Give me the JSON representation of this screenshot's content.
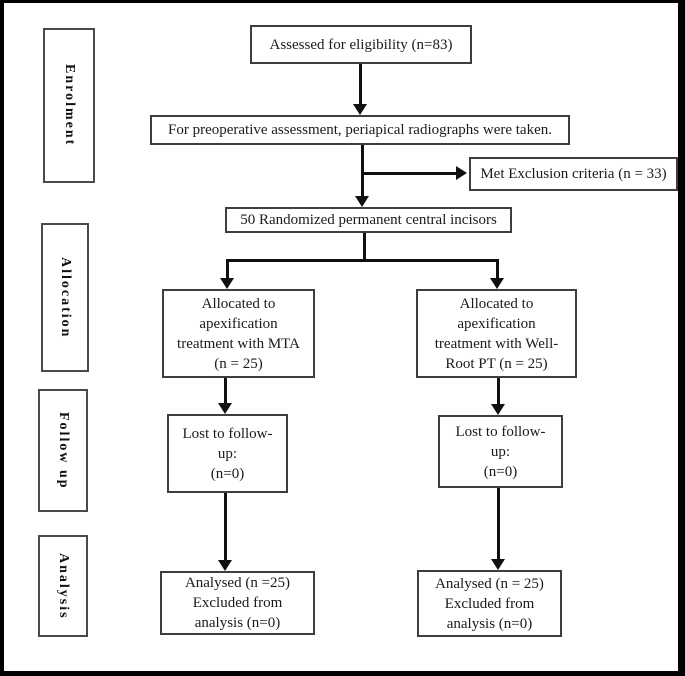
{
  "colors": {
    "frame": "#000000",
    "background": "#ffffff",
    "line": "#101010",
    "box_border": "#3e3e3e",
    "text": "#1b1b1b"
  },
  "sidebar": {
    "items": [
      {
        "label": "Enrolment"
      },
      {
        "label": "Allocation"
      },
      {
        "label": "Follow up"
      },
      {
        "label": "Analysis"
      }
    ]
  },
  "boxes": {
    "assessed": "Assessed for eligibility (n=83)",
    "preoperative": "For preoperative assessment, periapical radiographs were taken.",
    "exclusion": "Met Exclusion criteria (n = 33)",
    "randomized": "50 Randomized permanent central incisors",
    "allocated_mta": "Allocated to\napexification\ntreatment with MTA\n(n = 25)",
    "allocated_wellroot": "Allocated to\napexification\ntreatment with Well-\nRoot PT (n = 25)",
    "lost_mta": "Lost to follow-\nup:\n(n=0)",
    "lost_wellroot": "Lost to follow-\nup:\n(n=0)",
    "analysed_mta": "Analysed (n =25)\nExcluded from\nanalysis (n=0)",
    "analysed_wellroot": "Analysed (n = 25)\nExcluded from\nanalysis (n=0)"
  }
}
